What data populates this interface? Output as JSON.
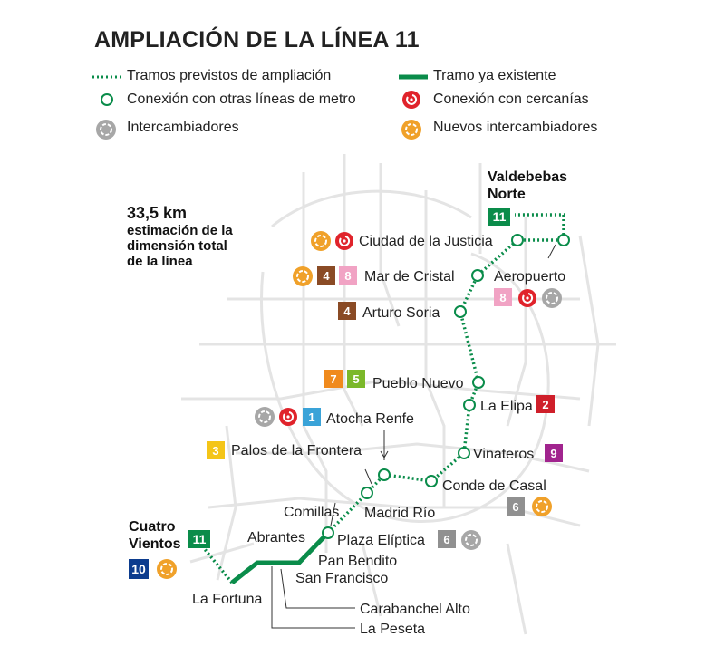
{
  "title": "AMPLIACIÓN DE LA LÍNEA 11",
  "legend": {
    "planned": "Tramos previstos de ampliación",
    "existing": "Tramo ya existente",
    "metro_connection": "Conexión con otras líneas de metro",
    "cercanias_connection": "Conexión con cercanías",
    "interchanges": "Intercambiadores",
    "new_interchanges": "Nuevos intercambiadores"
  },
  "distance": {
    "value": "33,5 km",
    "line1": "estimación de la",
    "line2": "dimensión total",
    "line3": "de la línea"
  },
  "terminals": {
    "north": {
      "line1": "Valdebebas",
      "line2": "Norte",
      "badge": "11"
    },
    "south": {
      "line1": "Cuatro",
      "line2": "Vientos",
      "badge": "11",
      "extra_badge": "10"
    }
  },
  "stations": [
    {
      "id": "ciudad-de-la-justicia",
      "name": "Ciudad de la Justicia"
    },
    {
      "id": "aeropuerto",
      "name": "Aeropuerto"
    },
    {
      "id": "mar-de-cristal",
      "name": "Mar de Cristal"
    },
    {
      "id": "arturo-soria",
      "name": "Arturo Soria"
    },
    {
      "id": "pueblo-nuevo",
      "name": "Pueblo Nuevo"
    },
    {
      "id": "la-elipa",
      "name": "La Elipa"
    },
    {
      "id": "atocha-renfe",
      "name": "Atocha Renfe"
    },
    {
      "id": "palos-de-la-frontera",
      "name": "Palos de la Frontera"
    },
    {
      "id": "vinateros",
      "name": "Vinateros"
    },
    {
      "id": "conde-de-casal",
      "name": "Conde de Casal"
    },
    {
      "id": "comillas",
      "name": "Comillas"
    },
    {
      "id": "madrid-rio",
      "name": "Madrid Río"
    },
    {
      "id": "abrantes",
      "name": "Abrantes"
    },
    {
      "id": "plaza-eliptica",
      "name": "Plaza Elíptica"
    },
    {
      "id": "pan-bendito",
      "name": "Pan Bendito"
    },
    {
      "id": "san-francisco",
      "name": "San Francisco"
    },
    {
      "id": "la-fortuna",
      "name": "La Fortuna"
    },
    {
      "id": "carabanchel-alto",
      "name": "Carabanchel Alto"
    },
    {
      "id": "la-peseta",
      "name": "La Peseta"
    }
  ],
  "line_badges": {
    "mar_de_cristal": [
      "4",
      "8"
    ],
    "arturo_soria": [
      "4"
    ],
    "aeropuerto": [
      "8"
    ],
    "pueblo_nuevo": [
      "7",
      "5"
    ],
    "la_elipa": [
      "2"
    ],
    "atocha_renfe": [
      "1"
    ],
    "palos_de_la_frontera": [
      "3"
    ],
    "vinateros": [
      "9"
    ],
    "conde_de_casal": [
      "6"
    ],
    "plaza_eliptica": [
      "6"
    ]
  },
  "colors": {
    "line11": "#0a8c4a",
    "line1": "#3aa3d8",
    "line2": "#cf1f2a",
    "line3": "#f4c518",
    "line4": "#8a4b25",
    "line5": "#7bb82a",
    "line6": "#909090",
    "line7": "#f08a1d",
    "line8": "#f1a3c4",
    "line9": "#a1248e",
    "line10": "#0c3c8e",
    "cercanias": "#e0232b",
    "interchange": "#a7a7a7",
    "new_interchange": "#f0a12a",
    "background_lines": "#e2e2e2"
  }
}
